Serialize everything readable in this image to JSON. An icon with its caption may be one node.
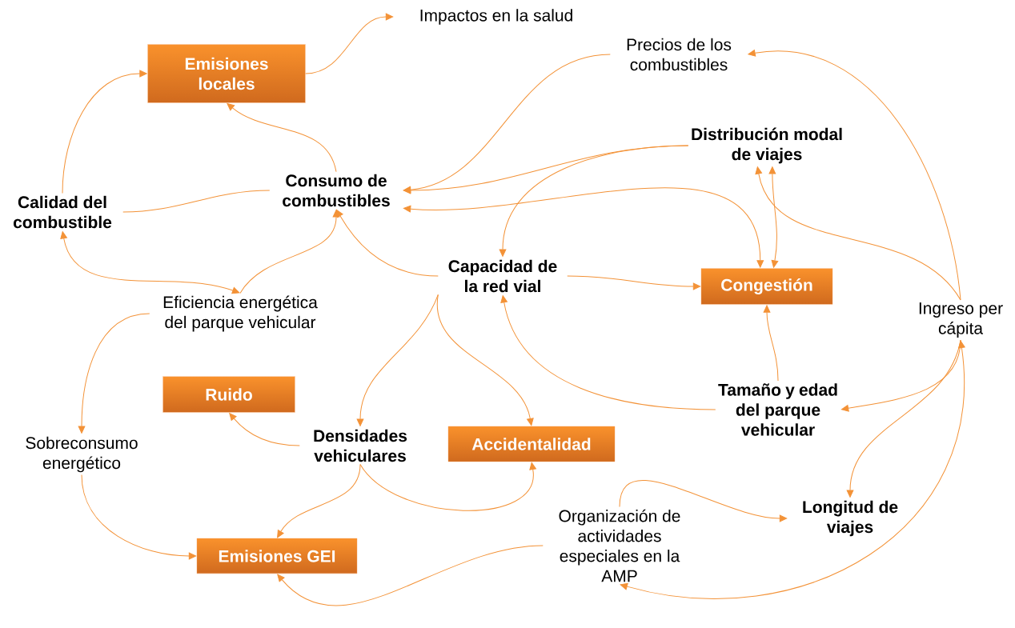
{
  "diagram": {
    "nodes": [
      {
        "text": [
          "Impactos en la salud"
        ]
      },
      {
        "text": [
          "Emisiones locales"
        ]
      },
      {
        "text": [
          "Precios de los combustibles"
        ]
      },
      {
        "text": [
          "Distribución modal de viajes"
        ]
      },
      {
        "text": [
          "Consumo de combustibles"
        ]
      },
      {
        "text": [
          "Calidad del combustible"
        ]
      },
      {
        "text": [
          "Capacidad de la red vial"
        ]
      },
      {
        "text": [
          "Congestión"
        ]
      },
      {
        "text": [
          "Eficiencia energética del parque vehicular"
        ]
      },
      {
        "text": [
          "Ingreso per cápita"
        ]
      },
      {
        "text": [
          "Ruido"
        ]
      },
      {
        "text": [
          "Tamaño y edad del parque vehicular"
        ]
      },
      {
        "text": [
          "Sobreconsumo energético"
        ]
      },
      {
        "text": [
          "Densidades vehiculares"
        ]
      },
      {
        "text": [
          "Accidentalidad"
        ]
      },
      {
        "text": [
          "Organización de actividades especiales en la AMP"
        ]
      },
      {
        "text": [
          "Longitud de viajes"
        ]
      },
      {
        "text": [
          "Emisiones GEI"
        ]
      }
    ],
    "edges": [
      {
        "from": 1,
        "to": 0,
        "arrow": "to"
      },
      {
        "from": 4,
        "to": 1,
        "arrow": "to"
      },
      {
        "from": 5,
        "to": 1,
        "arrow": "to"
      },
      {
        "from": 5,
        "to": 4,
        "arrow": "none"
      },
      {
        "from": 5,
        "to": 8,
        "arrow": "both"
      },
      {
        "from": 8,
        "to": 4,
        "arrow": "to"
      },
      {
        "from": 2,
        "to": 4,
        "arrow": "to"
      },
      {
        "from": 3,
        "to": 4,
        "arrow": "to"
      },
      {
        "from": 3,
        "to": 6,
        "arrow": "to"
      },
      {
        "from": 4,
        "to": 7,
        "arrow": "both"
      },
      {
        "from": 3,
        "to": 7,
        "arrow": "both"
      },
      {
        "from": 9,
        "to": 3,
        "arrow": "to"
      },
      {
        "from": 9,
        "to": 2,
        "arrow": "to"
      },
      {
        "from": 6,
        "to": 7,
        "arrow": "to"
      },
      {
        "from": 6,
        "to": 4,
        "arrow": "to"
      },
      {
        "from": 6,
        "to": 13,
        "arrow": "to"
      },
      {
        "from": 6,
        "to": 14,
        "arrow": "to"
      },
      {
        "from": 11,
        "to": 6,
        "arrow": "to"
      },
      {
        "from": 11,
        "to": 7,
        "arrow": "to"
      },
      {
        "from": 9,
        "to": 11,
        "arrow": "to"
      },
      {
        "from": 9,
        "to": 16,
        "arrow": "to"
      },
      {
        "from": 15,
        "to": 9,
        "arrow": "both"
      },
      {
        "from": 8,
        "to": 12,
        "arrow": "to"
      },
      {
        "from": 12,
        "to": 17,
        "arrow": "to"
      },
      {
        "from": 13,
        "to": 10,
        "arrow": "to"
      },
      {
        "from": 13,
        "to": 17,
        "arrow": "to"
      },
      {
        "from": 13,
        "to": 14,
        "arrow": "to"
      },
      {
        "from": 15,
        "to": 17,
        "arrow": "to"
      },
      {
        "from": 15,
        "to": 16,
        "arrow": "to"
      }
    ]
  }
}
